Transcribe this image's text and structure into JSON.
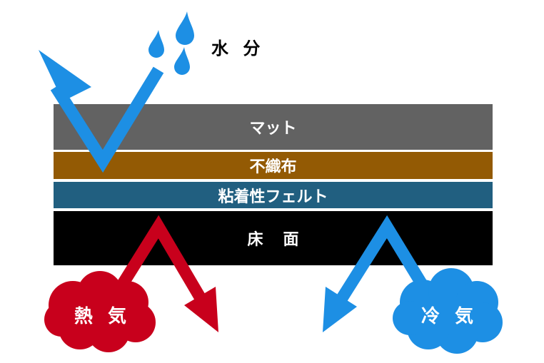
{
  "labels": {
    "moisture": "水 分",
    "heat": "熱 気",
    "cold": "冷 気"
  },
  "layers": {
    "mat": "マット",
    "nonwoven": "不織布",
    "adhesive_felt": "粘着性フェルト",
    "floor": "床面"
  },
  "colors": {
    "mat": "#626262",
    "nonwoven": "#935a04",
    "adhesive_felt": "#215f80",
    "floor": "#000000",
    "water_arrow": "#1d8fe4",
    "heat_arrow": "#c8001c",
    "cold_arrow": "#1d8fe4"
  },
  "icons": [
    "water-drop-icon",
    "bounce-arrow-icon",
    "cloud-icon"
  ]
}
